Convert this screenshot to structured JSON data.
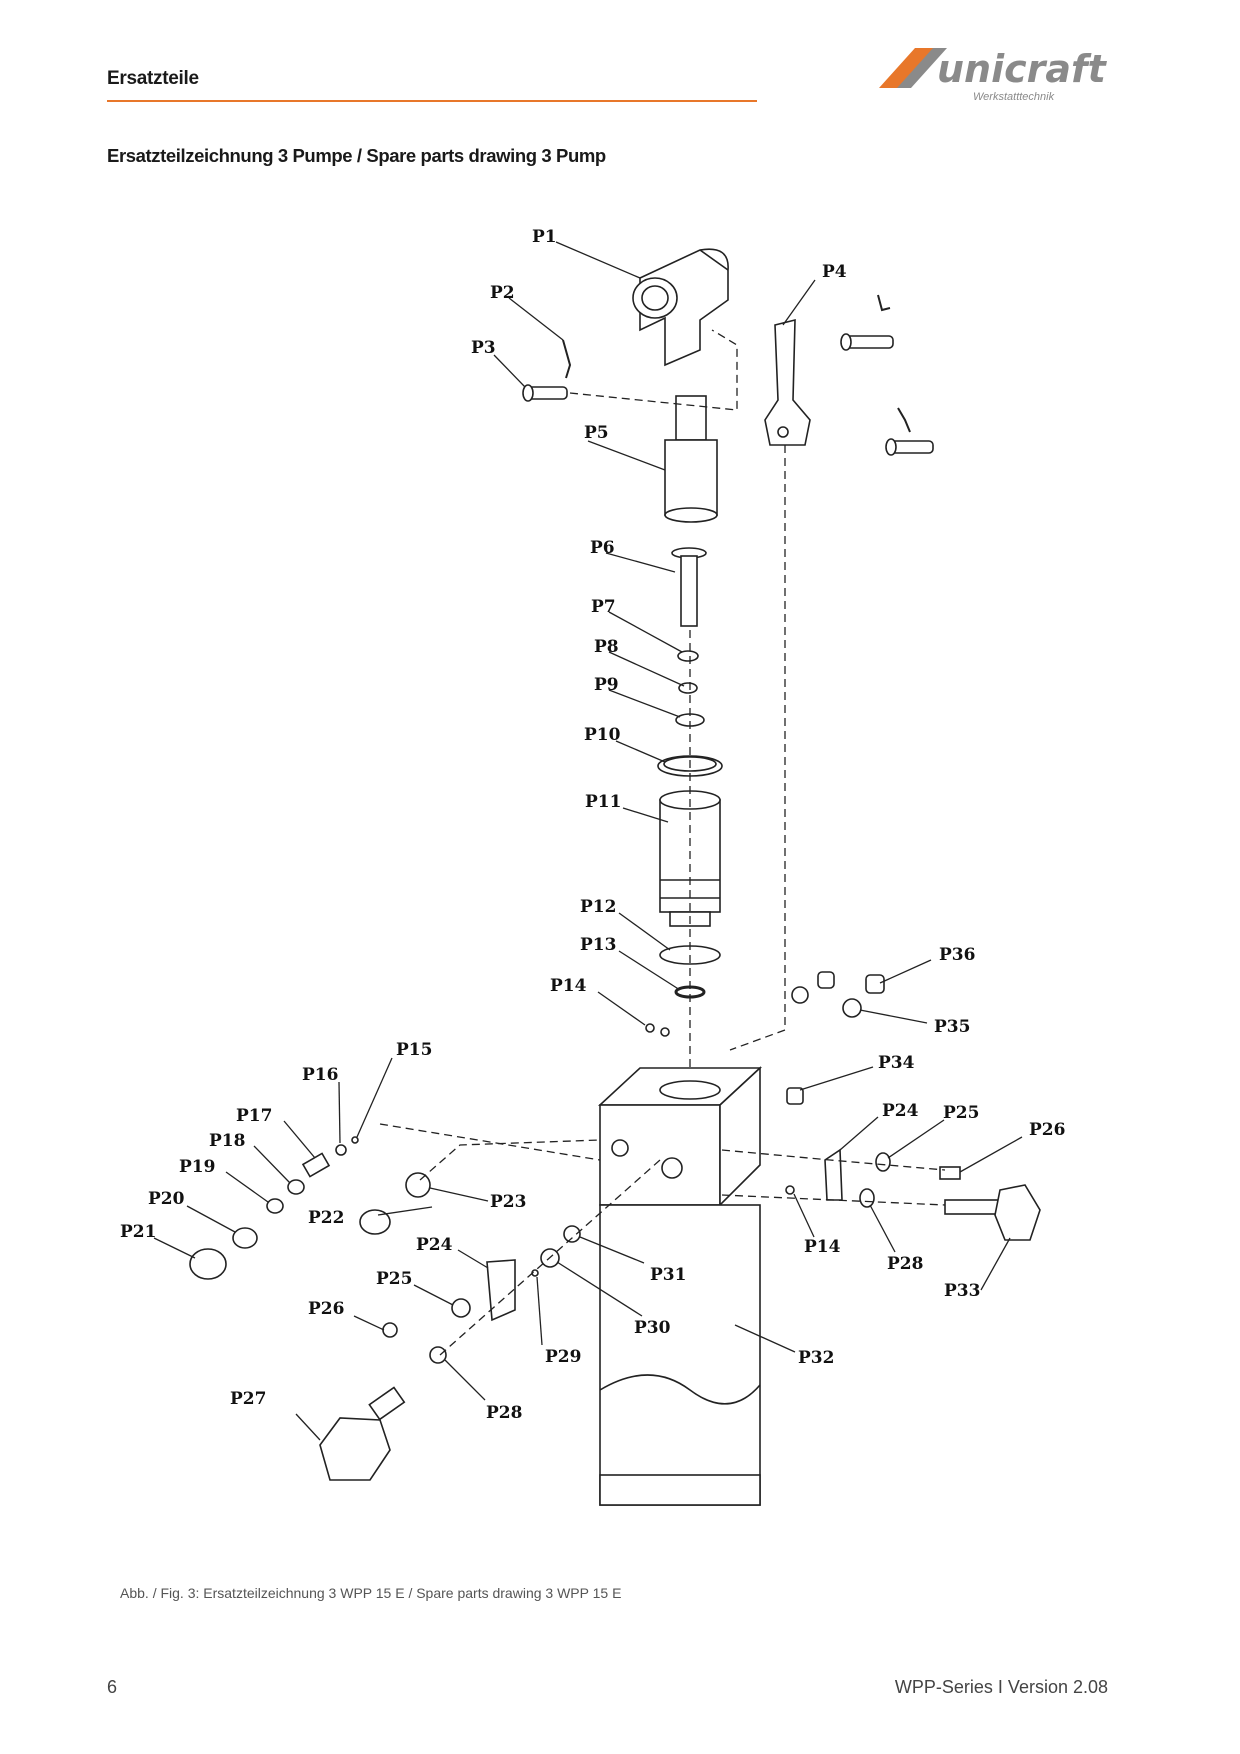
{
  "header": {
    "section": "Ersatzteile",
    "logo": {
      "brand": "unicraft",
      "tagline": "Werkstatttechnik",
      "accent_color": "#e8772a",
      "text_color": "#8a8a8a"
    },
    "rule_color": "#e8772a"
  },
  "drawing_title": "Ersatzteilzeichnung 3 Pumpe / Spare parts drawing 3  Pump",
  "parts": {
    "P1": "P1",
    "P2": "P2",
    "P3": "P3",
    "P4": "P4",
    "P5": "P5",
    "P6": "P6",
    "P7": "P7",
    "P8": "P8",
    "P9": "P9",
    "P10": "P10",
    "P11": "P11",
    "P12": "P12",
    "P13": "P13",
    "P14": "P14",
    "P15": "P15",
    "P16": "P16",
    "P17": "P17",
    "P18": "P18",
    "P19": "P19",
    "P20": "P20",
    "P21": "P21",
    "P22": "P22",
    "P23": "P23",
    "P24": "P24",
    "P25": "P25",
    "P26": "P26",
    "P27": "P27",
    "P28": "P28",
    "P29": "P29",
    "P30": "P30",
    "P31": "P31",
    "P32": "P32",
    "P33": "P33",
    "P34": "P34",
    "P35": "P35",
    "P36": "P36"
  },
  "caption": "Abb. / Fig. 3: Ersatzteilzeichnung 3 WPP 15 E / Spare parts drawing 3 WPP 15 E",
  "footer": {
    "page_number": "6",
    "version": "WPP-Series I Version 2.08"
  }
}
